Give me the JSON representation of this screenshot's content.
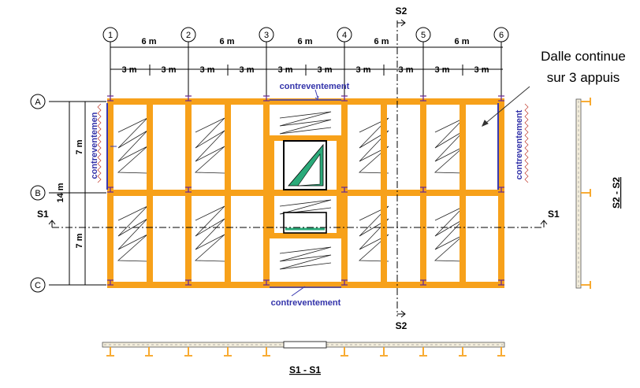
{
  "axes_x": [
    "1",
    "2",
    "3",
    "4",
    "5",
    "6"
  ],
  "axes_y": [
    "A",
    "B",
    "C"
  ],
  "dim_top": {
    "major": "6 m",
    "minor": "3 m"
  },
  "dim_left": {
    "ab": "7 m",
    "bc": "7 m",
    "total": "14 m"
  },
  "bracing": {
    "top": "contreventement",
    "bottom": "contreventement",
    "left": "contreventemen",
    "right": "contreventement"
  },
  "sections": {
    "s1": "S1",
    "s2": "S2",
    "s1_title": "S1 - S1",
    "s2_title": "S2 - S2"
  },
  "callout": {
    "line1": "Dalle continue",
    "line2": "sur 3 appuis"
  },
  "colors": {
    "beam": "#F7A11A",
    "bracing_text": "#3333AA",
    "callout_line": "#333333",
    "opening": "#2BAA7A"
  }
}
